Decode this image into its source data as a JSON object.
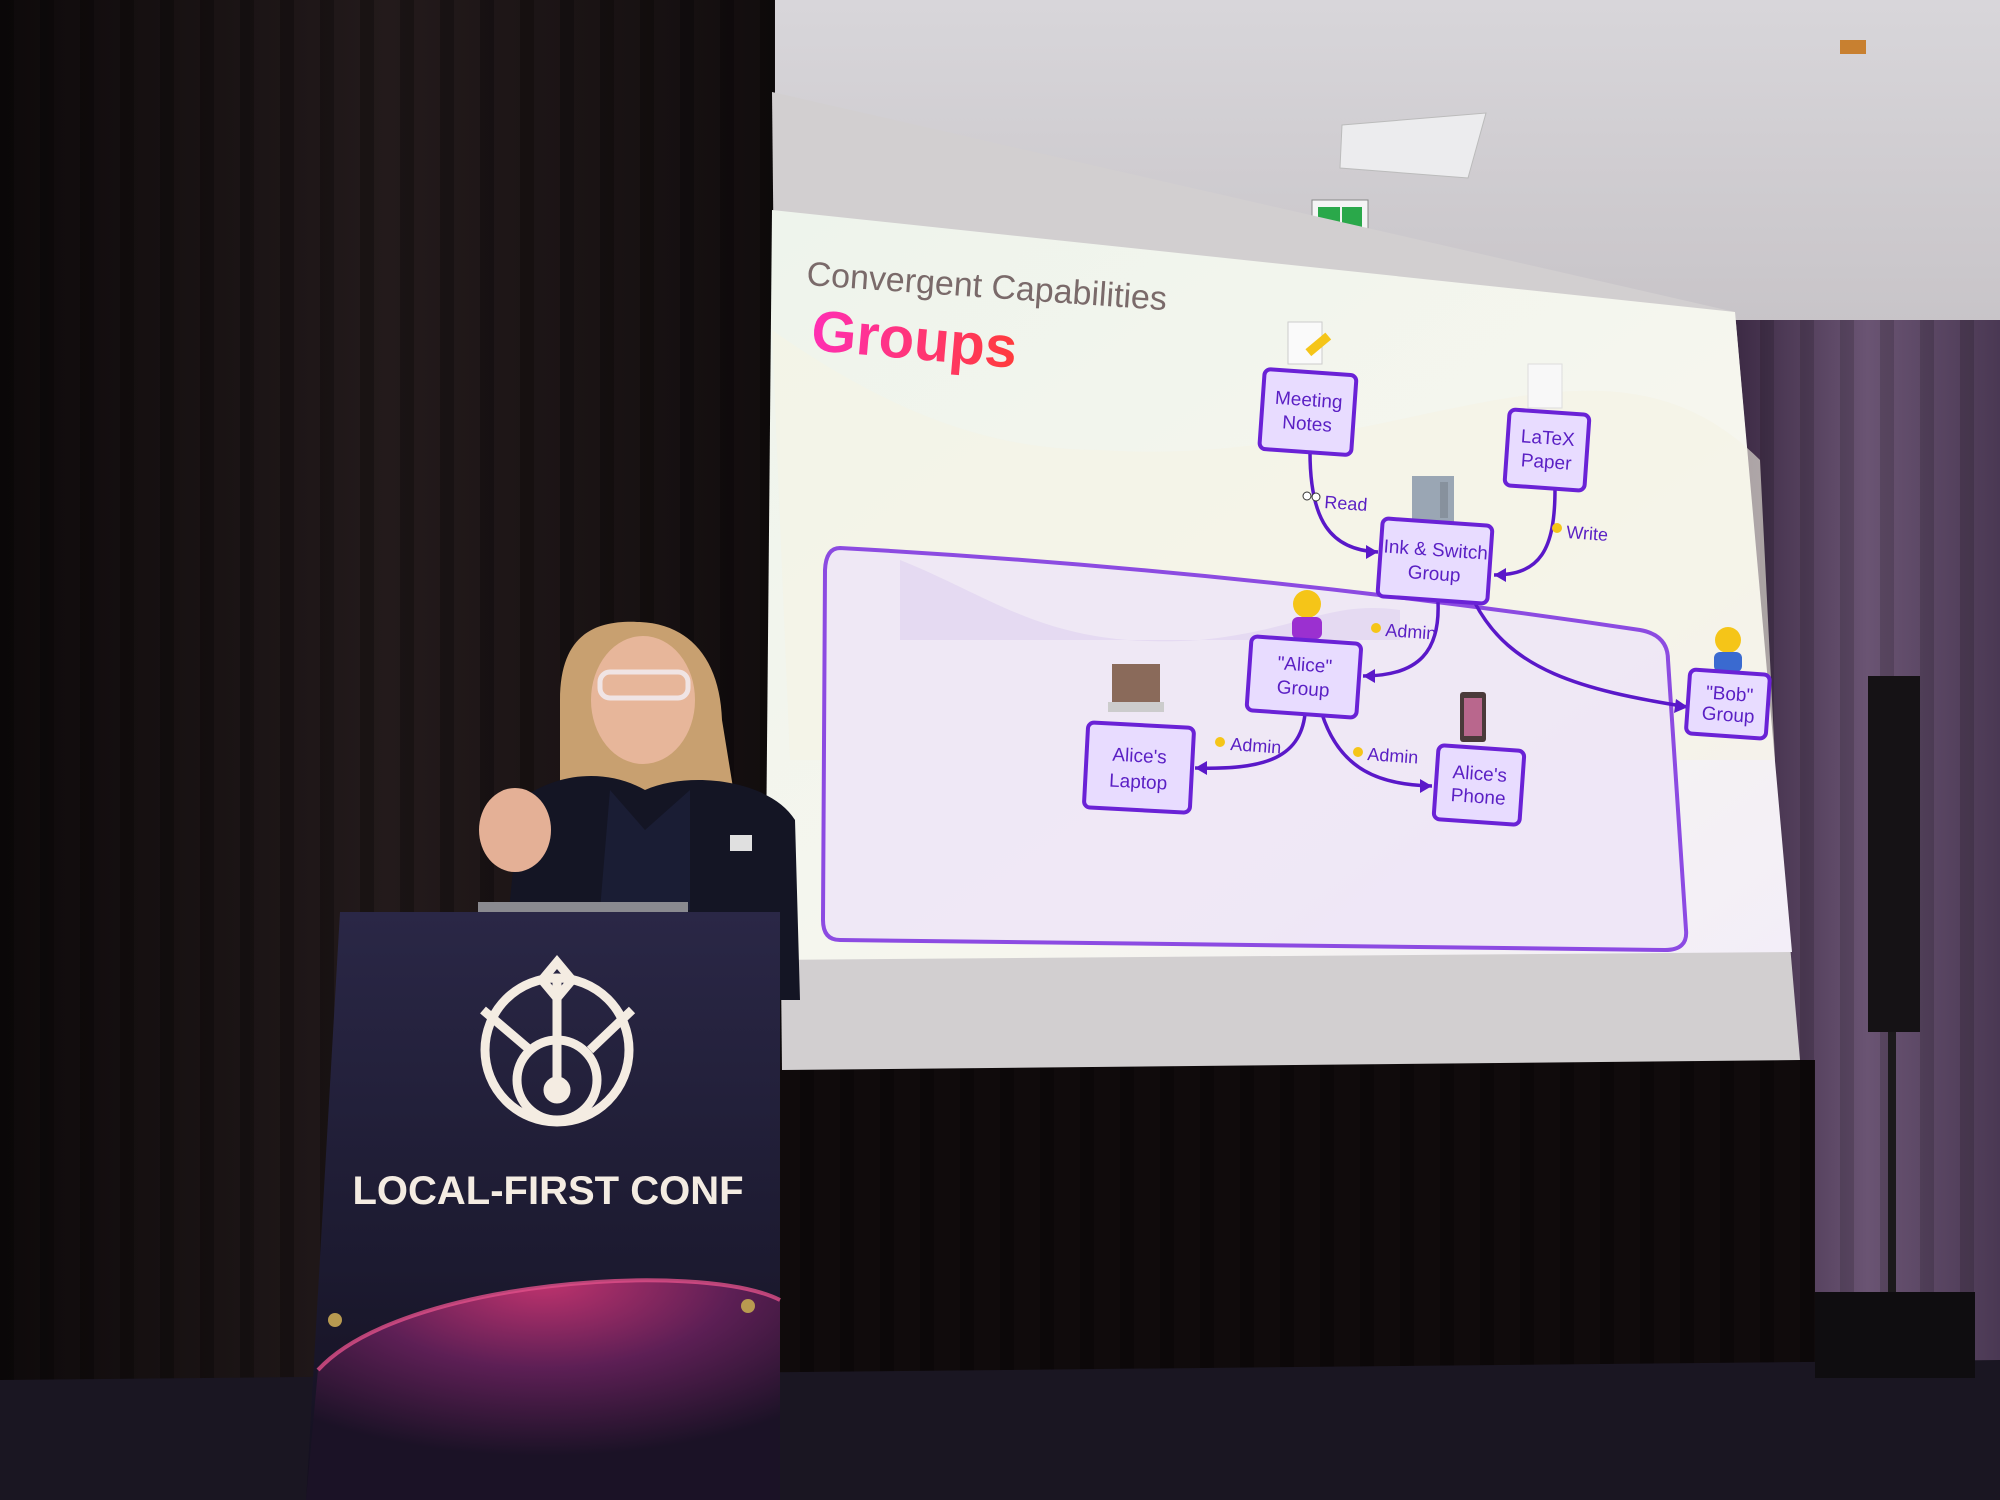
{
  "slide": {
    "subtitle": "Convergent Capabilities",
    "title": "Groups",
    "nodes": {
      "meeting_notes": [
        "Meeting",
        "Notes"
      ],
      "latex_paper": [
        "LaTeX",
        "Paper"
      ],
      "ink_switch": [
        "Ink & Switch",
        "Group"
      ],
      "alice_group": [
        "\"Alice\"",
        "Group"
      ],
      "alice_laptop": [
        "Alice's",
        "Laptop"
      ],
      "alice_phone": [
        "Alice's",
        "Phone"
      ],
      "bob_group": [
        "\"Bob\"",
        "Group"
      ]
    },
    "edges": {
      "read": "Read",
      "write": "Write",
      "admin_group": "Admin",
      "admin_laptop": "Admin",
      "admin_phone": "Admin"
    }
  },
  "podium": {
    "brand": "LOCAL-FIRST CONF"
  },
  "colors": {
    "accent_purple": "#6a22d6",
    "title_pink": "#f0207a",
    "curtain": "#1a1214"
  }
}
